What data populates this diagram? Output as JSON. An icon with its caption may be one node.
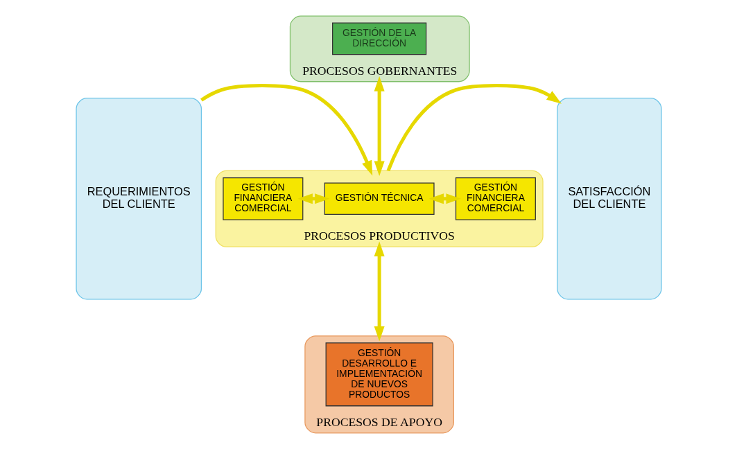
{
  "diagram": {
    "nodes": [
      {
        "text": [
          "REQUERIMIENTOS DEL CLIENTE"
        ]
      },
      {
        "text": [
          "PROCESOS GOBERNANTES"
        ]
      },
      {
        "text": [
          "GESTIÓN DE LA DIRECCIÓN"
        ],
        "in": 1
      },
      {
        "text": [
          "PROCESOS PRODUCTIVOS"
        ]
      },
      {
        "text": [
          "GESTIÓN FINANCIERA COMERCIAL"
        ],
        "in": 3
      },
      {
        "text": [
          "GESTIÓN TÉCNICA"
        ],
        "in": 3
      },
      {
        "text": [
          "GESTIÓN FINANCIERA COMERCIAL"
        ],
        "in": 3
      },
      {
        "text": [
          "PROCESOS DE APOYO"
        ]
      },
      {
        "text": [
          "GESTIÓN DESARROLLO E IMPLEMENTACIÓN DE NUEVOS PRODUCTOS"
        ],
        "in": 7
      },
      {
        "text": [
          "SATISFACCIÓN DEL CLIENTE"
        ]
      }
    ],
    "edges": [
      {
        "from": 0,
        "to": 3,
        "arrow": "to"
      },
      {
        "from": 1,
        "to": 3,
        "arrow": "both"
      },
      {
        "from": 4,
        "to": 5,
        "arrow": "both"
      },
      {
        "from": 5,
        "to": 6,
        "arrow": "both"
      },
      {
        "from": 3,
        "to": 7,
        "arrow": "both"
      },
      {
        "from": 3,
        "to": 9,
        "arrow": "to"
      }
    ]
  }
}
